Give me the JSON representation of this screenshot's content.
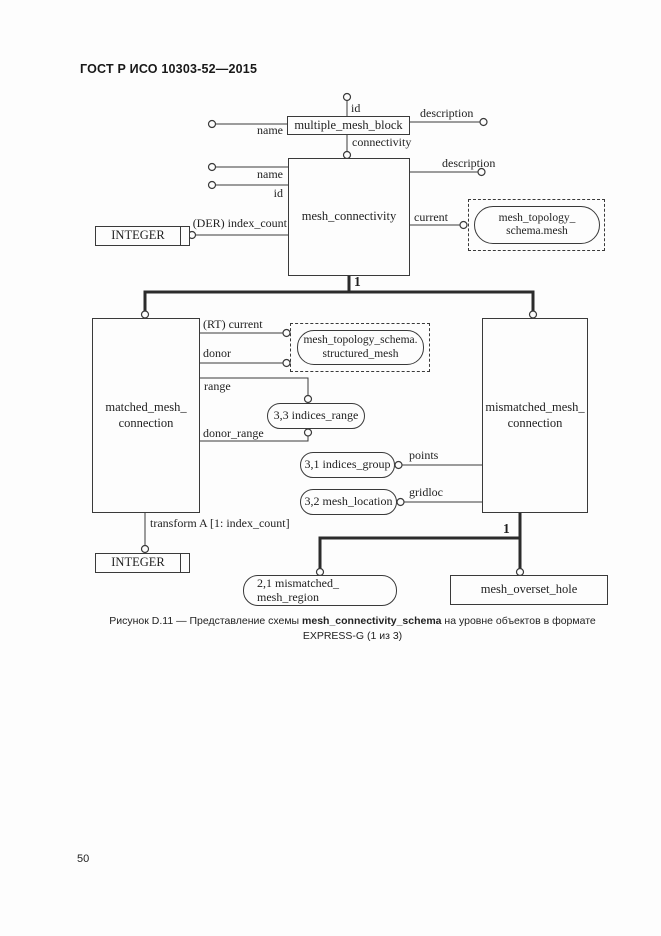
{
  "page": {
    "header": "ГОСТ Р ИСО 10303-52—2015",
    "page_number": "50"
  },
  "caption": {
    "prefix": "Рисунок D.11 —  Представление схемы ",
    "schema_name": "mesh_connectivity_schema",
    "suffix": " на уровне объектов в формате",
    "line2": "EXPRESS-G (1 из 3)"
  },
  "colors": {
    "paper": "#fdfdfd",
    "ink": "#1f1f1f",
    "line": "#3a3a3a"
  },
  "diagram": {
    "type": "EXPRESS-G entity-level diagram",
    "entities": {
      "multiple_mesh_block": "multiple_mesh_block",
      "mesh_connectivity": "mesh_connectivity",
      "matched_mesh_connection": "matched_mesh_\nconnection",
      "mismatched_mesh_connection": "mismatched_mesh_\nconnection",
      "mesh_overset_hole": "mesh_overset_hole",
      "integer_top": "INTEGER",
      "integer_bottom": "INTEGER"
    },
    "interschema_refs": {
      "mesh_topology_schema_mesh": "mesh_topology_\nschema.mesh",
      "mesh_topology_schema_structured_mesh": "mesh_topology_schema.\nstructured_mesh"
    },
    "page_refs": {
      "indices_range": "3,3 indices_range",
      "indices_group": "3,1 indices_group",
      "mesh_location": "3,2 mesh_location",
      "mismatched_mesh_region": "2,1 mismatched_\nmesh_region"
    },
    "labels": {
      "id_top": "id",
      "name_top": "name",
      "description_top": "description",
      "connectivity": "connectivity",
      "name_mid": "name",
      "id_mid": "id",
      "description_mid": "description",
      "current": "current",
      "der_index_count": "(DER) index_count",
      "rt_current": "(RT) current",
      "donor": "donor",
      "range": "range",
      "donor_range": "donor_range",
      "points": "points",
      "gridloc": "gridloc",
      "transform": "transform A [1: index_count]",
      "supertype_marker_top": "1",
      "supertype_marker_bottom": "1"
    }
  }
}
